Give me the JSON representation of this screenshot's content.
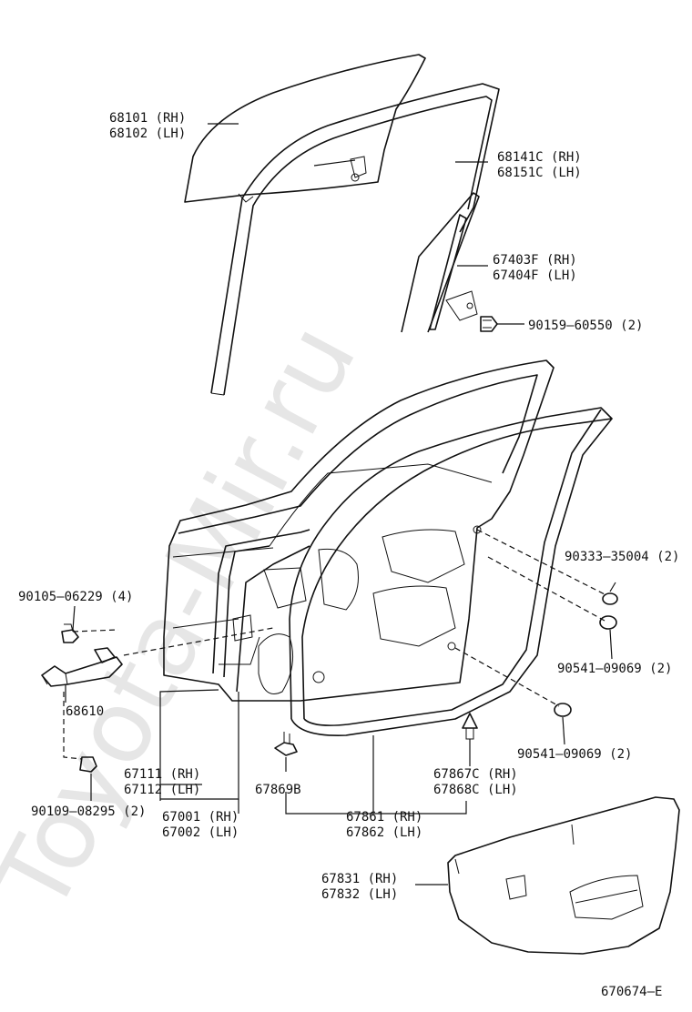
{
  "watermark": "Toyota-Mir.ru",
  "diagram_code": "670674–E",
  "callouts": {
    "c68101": "68101 (RH)",
    "c68102": "68102 (LH)",
    "c68141": "68141C (RH)",
    "c68151": "68151C (LH)",
    "c67403": "67403F (RH)",
    "c67404": "67404F (LH)",
    "c90159": "90159–60550 (2)",
    "c90333": "90333–35004 (2)",
    "c90105": "90105–06229 (4)",
    "c90541a": "90541–09069 (2)",
    "c68610": "68610",
    "c90541b": "90541–09069 (2)",
    "c67111": "67111 (RH)",
    "c67112": "67112 (LH)",
    "c67869": "67869B",
    "c67867": "67867C (RH)",
    "c67868": "67868C (LH)",
    "c67001": "67001 (RH)",
    "c67002": "67002 (LH)",
    "c67861": "67861 (RH)",
    "c67862": "67862 (LH)",
    "c90109": "90109–08295 (2)",
    "c67831": "67831 (RH)",
    "c67832": "67832 (LH)"
  }
}
